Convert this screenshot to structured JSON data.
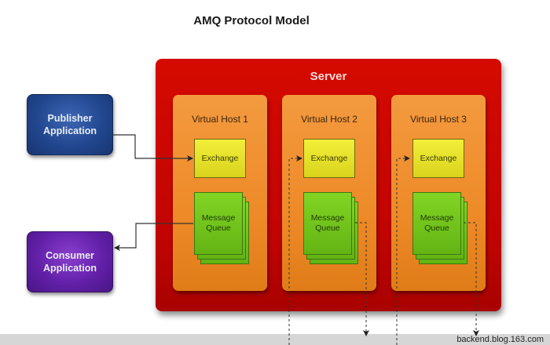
{
  "title": "AMQ Protocol Model",
  "publisher": {
    "line1": "Publisher",
    "line2": "Application",
    "color": "#22478f"
  },
  "consumer": {
    "line1": "Consumer",
    "line2": "Application",
    "color": "#6220a8"
  },
  "server": {
    "label": "Server",
    "color": "#c80500"
  },
  "virtual_hosts": [
    {
      "label": "Virtual Host 1",
      "exchange": "Exchange",
      "queue_line1": "Message",
      "queue_line2": "Queue"
    },
    {
      "label": "Virtual Host 2",
      "exchange": "Exchange",
      "queue_line1": "Message",
      "queue_line2": "Queue"
    },
    {
      "label": "Virtual Host 3",
      "exchange": "Exchange",
      "queue_line1": "Message",
      "queue_line2": "Queue"
    }
  ],
  "colors": {
    "vhost": "#ee8a28",
    "exchange": "#e6e02a",
    "queue": "#72c41c"
  },
  "watermark": "backend.blog.163.com"
}
